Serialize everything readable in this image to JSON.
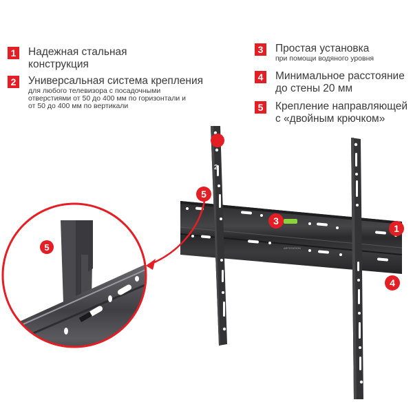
{
  "features": [
    {
      "number": "1",
      "title_lines": [
        "Надежная стальная",
        "конструкция"
      ],
      "subtitle_lines": []
    },
    {
      "number": "2",
      "title_lines": [
        "Универсальная система крепления"
      ],
      "subtitle_lines": [
        "для любого телевизора с посадочными",
        "отверстиями от 50 до 400 мм по горизонтали и",
        "от 50 до 400 мм  по вертикали"
      ]
    },
    {
      "number": "3",
      "title_lines": [
        "Простая установка"
      ],
      "subtitle_lines": [
        "при помощи водяного уровня"
      ]
    },
    {
      "number": "4",
      "title_lines": [
        "Минимальное расстояние",
        "до стены 20 мм"
      ],
      "subtitle_lines": []
    },
    {
      "number": "5",
      "title_lines": [
        "Крепление направляющей",
        "с «двойным крючком»"
      ],
      "subtitle_lines": []
    }
  ],
  "callouts": {
    "c1": "1",
    "c3": "3",
    "c4": "4",
    "c5": "5",
    "c5_zoom": "5"
  },
  "colors": {
    "accent": "#e31e24",
    "steel": "#3b3b3d",
    "level": "#8cd23c"
  }
}
